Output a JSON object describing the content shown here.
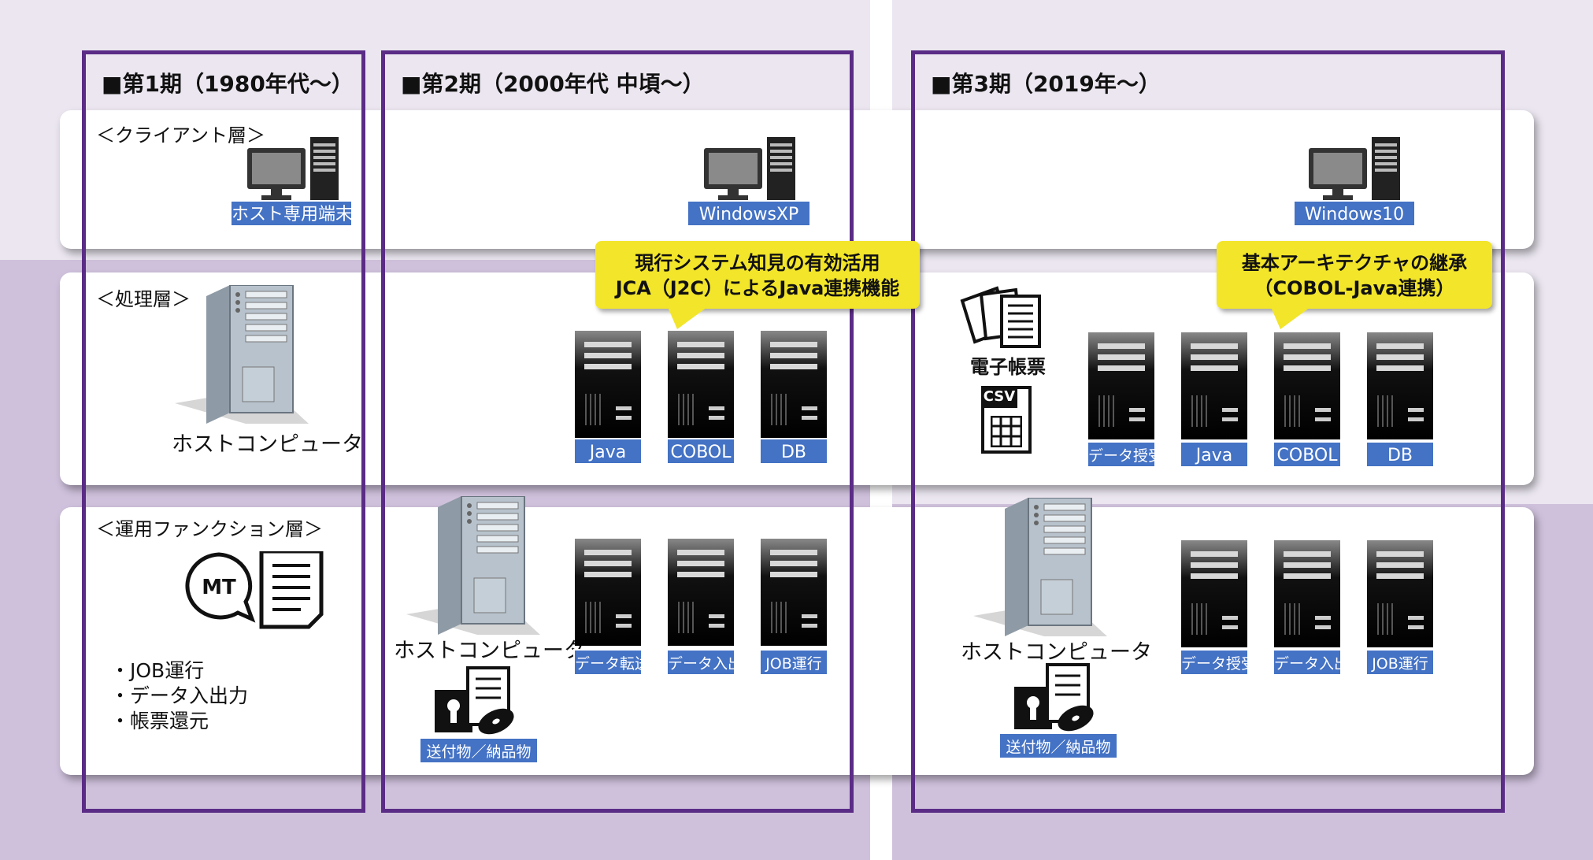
{
  "periods": [
    {
      "title": "■第1期（1980年代～）"
    },
    {
      "title": "■第2期（2000年代 中頃～）"
    },
    {
      "title": "■第3期（2019年～）"
    }
  ],
  "layers": {
    "client": "＜クライアント層＞",
    "processing": "＜処理層＞",
    "operations": "＜運用ファンクション層＞"
  },
  "client_tags": {
    "p1": "ホスト専用端末",
    "p2": "WindowsXP",
    "p3": "Windows10"
  },
  "host_caption": "ホストコンピュータ",
  "callouts": {
    "p2": [
      "現行システム知見の有効活用",
      "JCA（J2C）によるJava連携機能"
    ],
    "p3": [
      "基本アーキテクチャの継承",
      "（COBOL-Java連携）"
    ]
  },
  "p2_proc_servers": [
    "Java",
    "COBOL",
    "DB"
  ],
  "p3_proc_servers": [
    "データ授受",
    "Java",
    "COBOL",
    "DB"
  ],
  "p3_docs": {
    "report": "電子帳票",
    "csv": "CSV"
  },
  "mt_label": "MT",
  "p1_functions": [
    "・JOB運行",
    "・データ入出力",
    "・帳票還元"
  ],
  "p2_ops_servers": [
    "データ転送",
    "データ入出力",
    "JOB運行"
  ],
  "p3_ops_servers": [
    "データ授受",
    "データ入出力",
    "JOB運行"
  ],
  "delivery": "送付物／納品物",
  "colors": {
    "frame": "#5b2c86",
    "tag": "#4472c4",
    "callout": "#f2e52a"
  }
}
